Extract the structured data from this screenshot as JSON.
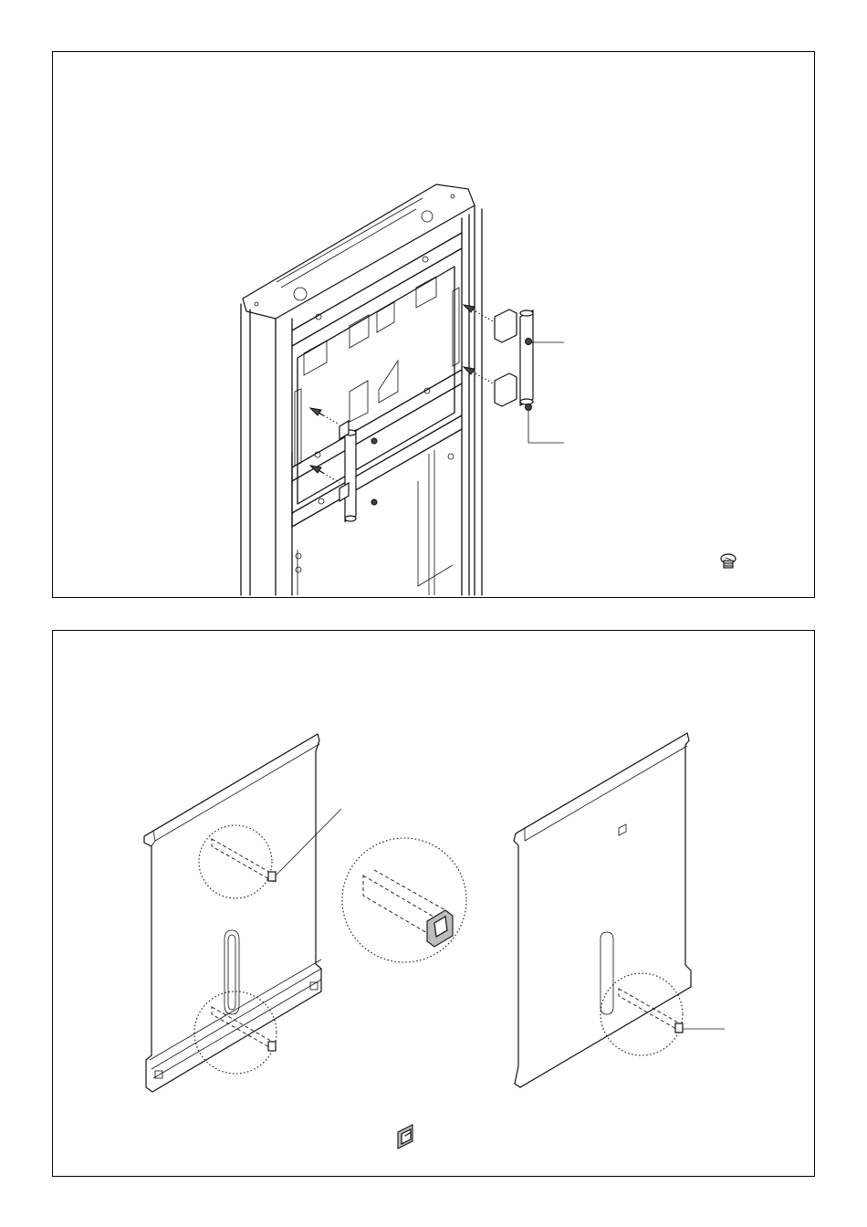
{
  "panels": [
    {
      "id": "step-1",
      "parts": [
        "frame-column",
        "hinge-bracket-upper",
        "hinge-bracket-lower",
        "hinge-handle",
        "screw"
      ]
    },
    {
      "id": "step-2",
      "parts": [
        "door-panel-front",
        "door-panel-back",
        "plug-detail",
        "end-plug"
      ]
    }
  ],
  "colors": {
    "line": "#111111",
    "fill_part": "#bdbdbd",
    "background": "#ffffff"
  },
  "icons": [
    "screw-icon",
    "end-plug-icon"
  ]
}
